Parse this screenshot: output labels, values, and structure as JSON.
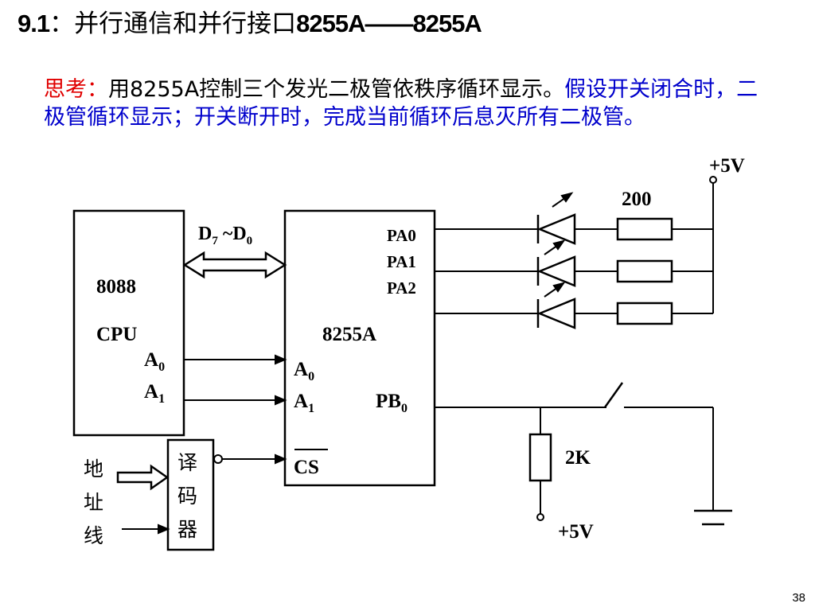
{
  "slide": {
    "title": {
      "number": "9.1",
      "separator": "：",
      "text_cn": "并行通信和并行接口",
      "chip_left": "8255A",
      "dash": "——",
      "chip_right": "8255A"
    },
    "question": {
      "label": "思考：",
      "task": "用8255A控制三个发光二极管依秩序循环显示。",
      "condition": "假设开关闭合时，二极管循环显示；开关断开时，完成当前循环后息灭所有二极管。"
    },
    "page_number": "38"
  },
  "diagram": {
    "cpu": {
      "line1": "8088",
      "line2": "CPU",
      "pin_a0": "A",
      "pin_a0_sub": "0",
      "pin_a1": "A",
      "pin_a1_sub": "1"
    },
    "bus": {
      "d7": "D",
      "d7_sub": "7",
      "tilde": " ~D",
      "d0_sub": "0"
    },
    "ppi": {
      "name": "8255A",
      "pa0": "PA0",
      "pa1": "PA1",
      "pa2": "PA2",
      "a0": "A",
      "a0_sub": "0",
      "a1": "A",
      "a1_sub": "1",
      "pb0": "PB",
      "pb0_sub": "0",
      "cs": "CS"
    },
    "decoder": {
      "char1": "译",
      "char2": "码",
      "char3": "器"
    },
    "address_line": {
      "char1": "地",
      "char2": "址",
      "char3": "线"
    },
    "led_resistor": "200",
    "pullup_resistor": "2K",
    "supply_top": "+5V",
    "supply_bottom": "+5V"
  }
}
